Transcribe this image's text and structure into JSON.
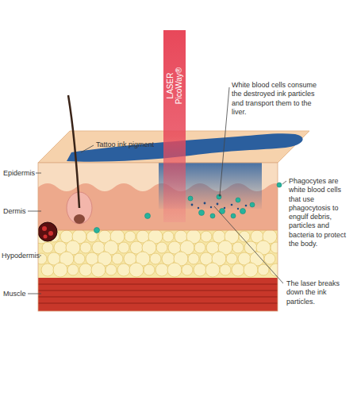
{
  "diagram": {
    "nodes": [
      {
        "text": [
          "LASER PicoWay®"
        ]
      }
    ],
    "labels": [
      "Tattoo ink pigment",
      "White blood cells consume the destroyed ink particles and transport them to the liver.",
      "Phagocytes are white blood cells that use phagocytosis to engulf debris, particles and bacteria to protect the body.",
      "The laser breaks down the ink particles.",
      "Epidermis",
      "Dermis",
      "Hypodermis",
      "Muscle"
    ]
  }
}
